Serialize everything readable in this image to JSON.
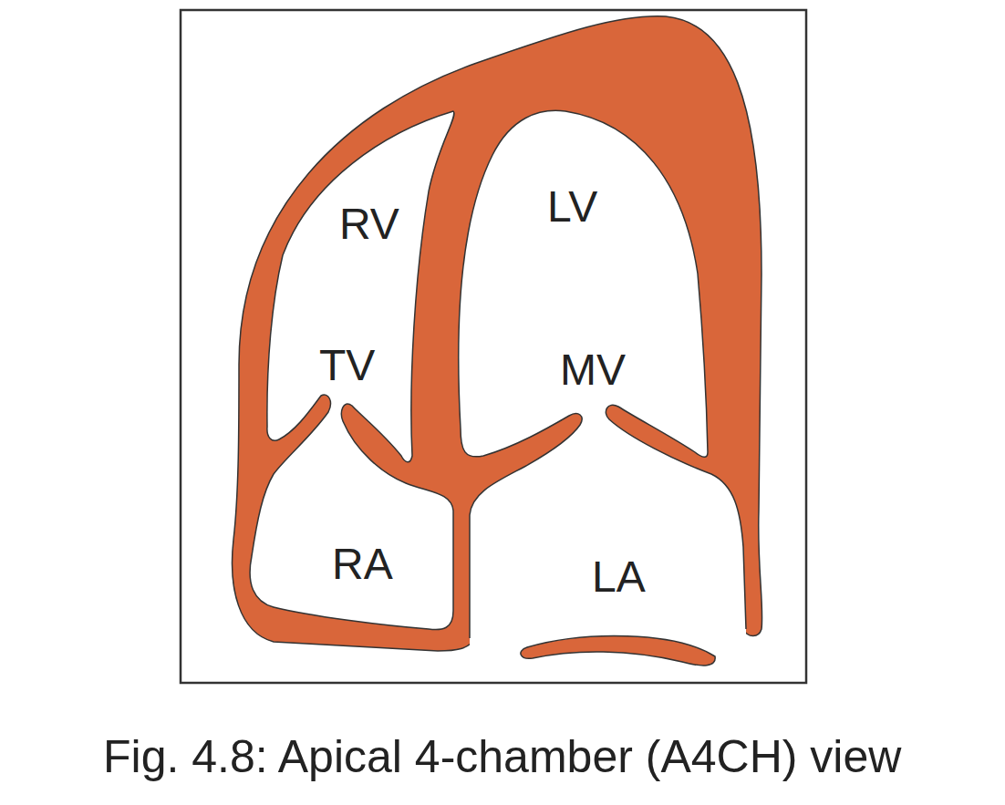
{
  "diagram": {
    "caption": "Fig. 4.8: Apical 4-chamber (A4CH) view",
    "labels": [
      "RV",
      "LV",
      "TV",
      "MV",
      "RA",
      "LA"
    ]
  }
}
